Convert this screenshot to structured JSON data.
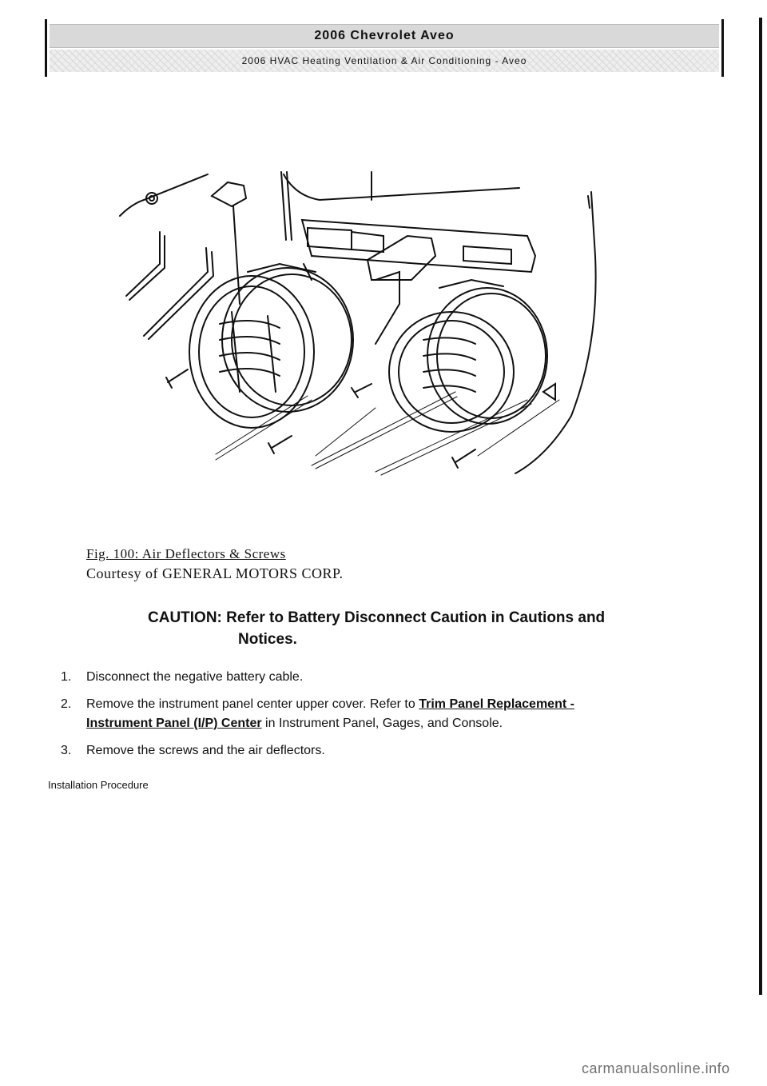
{
  "header": {
    "title": "2006 Chevrolet Aveo",
    "subtitle": "2006 HVAC Heating Ventilation & Air Conditioning - Aveo"
  },
  "figure": {
    "caption": "Fig. 100: Air Deflectors & Screws",
    "courtesy": "Courtesy of GENERAL MOTORS CORP."
  },
  "caution": {
    "line1": "CAUTION: Refer to Battery Disconnect Caution in Cautions and",
    "line2": "Notices."
  },
  "steps": [
    {
      "num": "1.",
      "text": "Disconnect the negative battery cable."
    },
    {
      "num": "2.",
      "pre": "Remove the instrument panel center upper cover. Refer to ",
      "link1": "Trim Panel Replacement -",
      "link2": "Instrument Panel (I/P) Center",
      "post": " in Instrument Panel, Gages, and Console."
    },
    {
      "num": "3.",
      "text": "Remove the screws and the air deflectors."
    }
  ],
  "section": "Installation Procedure",
  "watermark": "carmanualsonline.info"
}
